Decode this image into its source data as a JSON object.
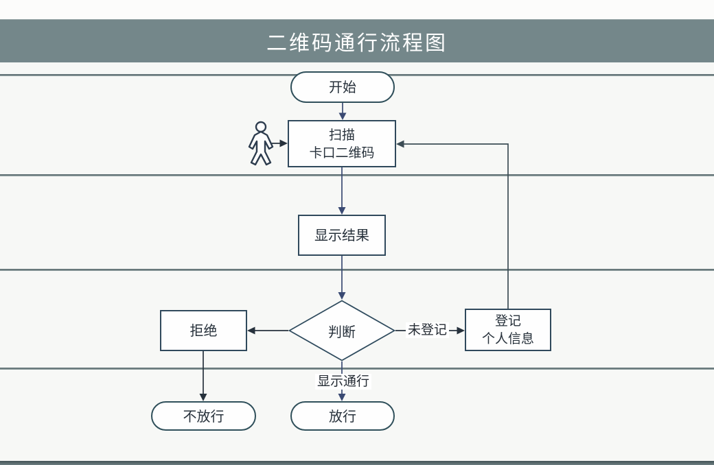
{
  "title": "二维码通行流程图",
  "flowchart": {
    "nodes": {
      "start": {
        "label": "开始",
        "shape": "terminator"
      },
      "scan": {
        "line1": "扫描",
        "line2": "卡口二维码",
        "shape": "process"
      },
      "show_result": {
        "label": "显示结果",
        "shape": "process"
      },
      "decision": {
        "label": "判断",
        "shape": "decision"
      },
      "reject": {
        "label": "拒绝",
        "shape": "process"
      },
      "register": {
        "line1": "登记",
        "line2": "个人信息",
        "shape": "process"
      },
      "no_pass": {
        "label": "不放行",
        "shape": "terminator"
      },
      "pass": {
        "label": "放行",
        "shape": "terminator"
      }
    },
    "edge_labels": {
      "unregistered": "未登记",
      "show_pass": "显示通行"
    },
    "icons": {
      "person": "stick-figure-person"
    }
  },
  "colors": {
    "header_bg": "#74878a",
    "canvas_bg": "#f7f8f6",
    "lane_line": "#5f6f72",
    "node_border": "#30495c",
    "terminator_border": "#2f4f5a",
    "flow_arrow": "#3a4a73",
    "link_arrow": "#26313c",
    "loop_line": "#3c4c55"
  }
}
